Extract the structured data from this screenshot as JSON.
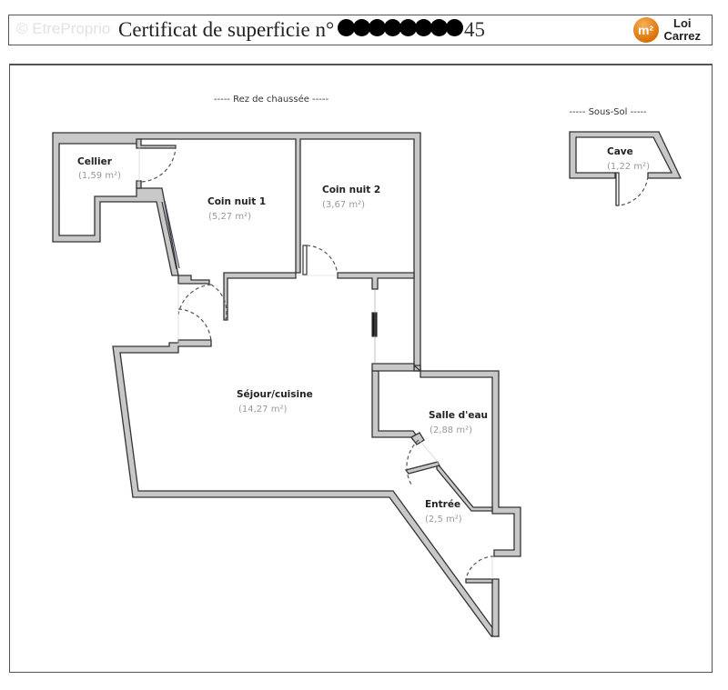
{
  "header": {
    "watermark": "© EtreProprio",
    "title": "Certificat de superficie  n°",
    "number_suffix": "45",
    "redacted_digits": 8,
    "logo": {
      "icon": "m²-circle-icon",
      "symbol": "m²",
      "line1": "Loi",
      "line2": "Carrez",
      "color": "#e67e14"
    }
  },
  "plan": {
    "levels": [
      {
        "label": "-----  Rez de chaussée  -----"
      },
      {
        "label": "-----  Sous-Sol  -----"
      }
    ],
    "rooms": [
      {
        "name": "Cellier",
        "area": "(1,59 m²)"
      },
      {
        "name": "Coin nuit 1",
        "area": "(5,27 m²)"
      },
      {
        "name": "Coin nuit 2",
        "area": "(3,67 m²)"
      },
      {
        "name": "Séjour/cuisine",
        "area": "(14,27 m²)"
      },
      {
        "name": "Salle d'eau",
        "area": "(2,88 m²)"
      },
      {
        "name": "Entrée",
        "area": "(2,5 m²)"
      },
      {
        "name": "Cave",
        "area": "(1,22 m²)"
      }
    ],
    "colors": {
      "wall_fill": "#c8c8c8",
      "wall_stroke": "#333333",
      "door_arc": "#555555"
    }
  }
}
